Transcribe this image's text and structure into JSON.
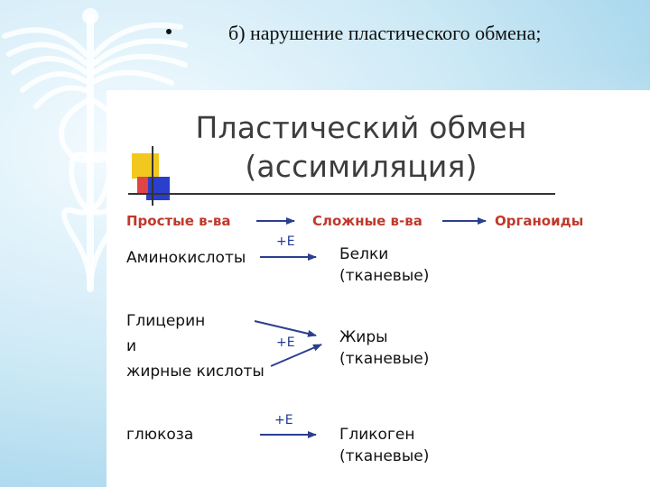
{
  "slide": {
    "bullet_text": "б) нарушение пластического обмена;",
    "title_line1": "Пластический обмен",
    "title_line2": "(ассимиляция)"
  },
  "headers": {
    "simple": "Простые в-ва",
    "complex": "Сложные в-ва",
    "organoids": "Органоиды"
  },
  "energy_label": "+E",
  "rows": [
    {
      "left": [
        "Аминокислоты"
      ],
      "right": [
        "Белки",
        "(тканевые)"
      ]
    },
    {
      "left": [
        "Глицерин",
        "и",
        "жирные кислоты"
      ],
      "right": [
        "Жиры",
        "(тканевые)"
      ]
    },
    {
      "left": [
        "глюкоза"
      ],
      "right": [
        "Гликоген",
        "(тканевые)"
      ]
    }
  ],
  "colors": {
    "header_red": "#c0392b",
    "energy_blue": "#1f3a93",
    "arrow_blue": "#2c3e8f",
    "deco_yellow": "#f2c81f",
    "deco_red": "#e04444",
    "deco_blue": "#2a3fcc"
  }
}
